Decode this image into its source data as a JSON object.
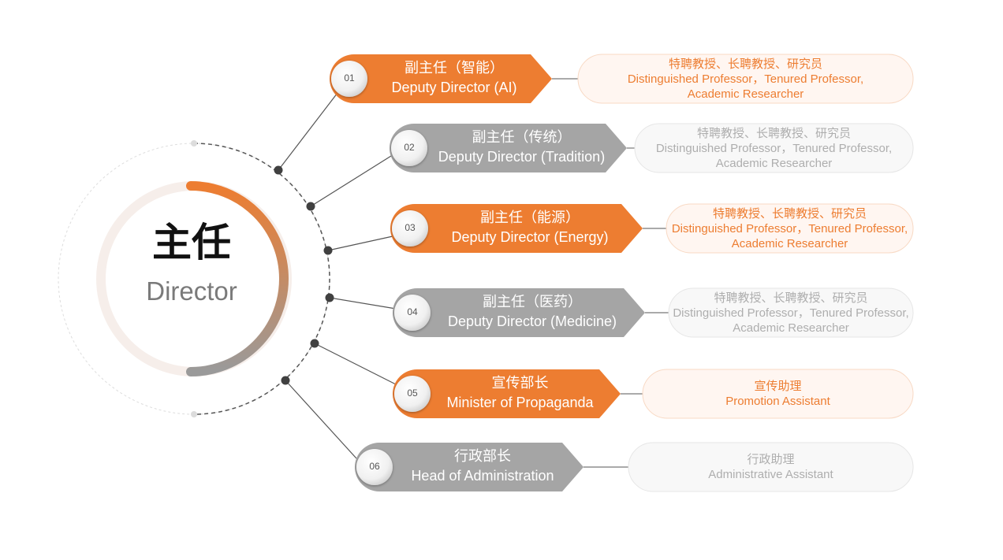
{
  "director": {
    "cn": "主任",
    "en": "Director"
  },
  "colors": {
    "accent": "#ed7d31",
    "grey": "#a5a5a5"
  },
  "branches": [
    {
      "num": "01",
      "color": "orange",
      "cn": "副主任（智能）",
      "en": "Deputy Director (AI)",
      "staff": [
        "特聘教授、长聘教授、研究员",
        "Distinguished Professor，Tenured Professor,",
        "Academic Researcher"
      ]
    },
    {
      "num": "02",
      "color": "grey",
      "cn": "副主任（传统）",
      "en": "Deputy Director (Tradition)",
      "staff": [
        "特聘教授、长聘教授、研究员",
        "Distinguished Professor，Tenured Professor,",
        "Academic Researcher"
      ]
    },
    {
      "num": "03",
      "color": "orange",
      "cn": "副主任（能源）",
      "en": "Deputy Director (Energy)",
      "staff": [
        "特聘教授、长聘教授、研究员",
        "Distinguished Professor，Tenured Professor,",
        "Academic Researcher"
      ]
    },
    {
      "num": "04",
      "color": "grey",
      "cn": "副主任（医药）",
      "en": "Deputy Director (Medicine)",
      "staff": [
        "特聘教授、长聘教授、研究员",
        "Distinguished Professor，Tenured Professor,",
        "Academic Researcher"
      ]
    },
    {
      "num": "05",
      "color": "orange",
      "cn": "宣传部长",
      "en": "Minister of Propaganda",
      "staff": [
        "宣传助理",
        "Promotion Assistant"
      ]
    },
    {
      "num": "06",
      "color": "grey",
      "cn": "行政部长",
      "en": "Head of Administration",
      "staff": [
        "行政助理",
        "Administrative Assistant"
      ]
    }
  ]
}
